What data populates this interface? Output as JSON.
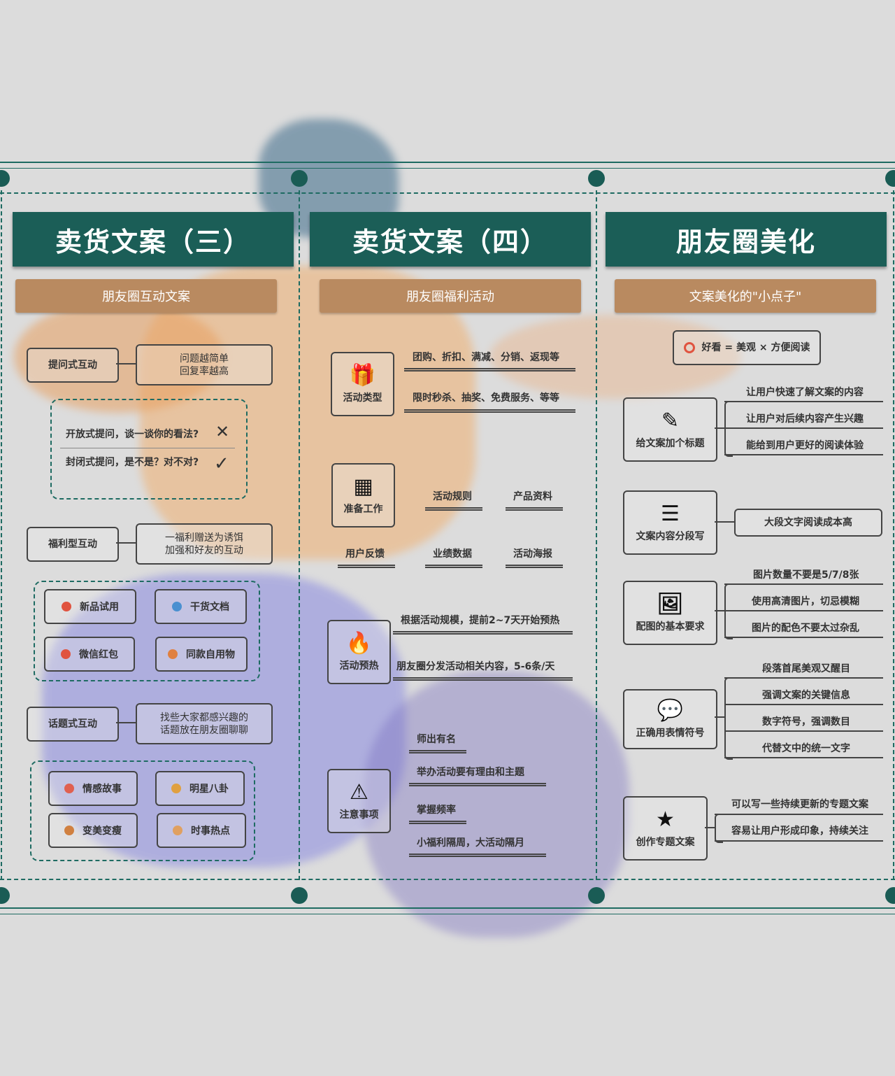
{
  "col1": {
    "title": "卖货文案（三）",
    "subtitle": "朋友圈互动文案",
    "q_interact": {
      "label": "提问式互动",
      "note": "问题越简单\n回复率越高"
    },
    "open_q": "开放式提问，谈一谈你的看法?",
    "closed_q": "封闭式提问，是不是？对不对?",
    "welfare": {
      "label": "福利型互动",
      "note": "一福利赠送为诱饵\n加强和好友的互动"
    },
    "welfare_items": [
      "新品试用",
      "干货文档",
      "微信红包",
      "同款自用物"
    ],
    "topic": {
      "label": "话题式互动",
      "note": "找些大家都感兴趣的\n话题放在朋友圈聊聊"
    },
    "topic_items": [
      "情感故事",
      "明星八卦",
      "变美变瘦",
      "时事热点"
    ]
  },
  "col2": {
    "title": "卖货文案（四）",
    "subtitle": "朋友圈福利活动",
    "types": {
      "label": "活动类型",
      "items": [
        "团购、折扣、满减、分销、返现等",
        "限时秒杀、抽奖、免费服务、等等"
      ]
    },
    "prep": {
      "label": "准备工作",
      "items": [
        "活动规则",
        "产品资料",
        "用户反馈",
        "业绩数据",
        "活动海报"
      ]
    },
    "warm": {
      "label": "活动预热",
      "items": [
        "根据活动规模，提前2~7天开始预热",
        "朋友圈分发活动相关内容，5-6条/天"
      ]
    },
    "notes": {
      "label": "注意事项",
      "items": [
        "师出有名",
        "举办活动要有理由和主题",
        "掌握频率",
        "小福利隔周，大活动隔月"
      ]
    }
  },
  "col3": {
    "title": "朋友圈美化",
    "subtitle": "文案美化的\"小点子\"",
    "formula": "好看 = 美观 × 方便阅读",
    "title_tip": {
      "label": "给文案加个标题",
      "items": [
        "让用户快速了解文案的内容",
        "让用户对后续内容产生兴趣",
        "能给到用户更好的阅读体验"
      ]
    },
    "para_tip": {
      "label": "文案内容分段写",
      "items": [
        "大段文字阅读成本高"
      ]
    },
    "image_tip": {
      "label": "配图的基本要求",
      "items": [
        "图片数量不要是5/7/8张",
        "使用高清图片，切忌模糊",
        "图片的配色不要太过杂乱"
      ]
    },
    "emoji_tip": {
      "label": "正确用表情符号",
      "items": [
        "段落首尾美观又醒目",
        "强调文案的关键信息",
        "数字符号，强调数目",
        "代替文中的统一文字"
      ]
    },
    "topic_tip": {
      "label": "创作专题文案",
      "items": [
        "可以写一些持续更新的专题文案",
        "容易让用户形成印象，持续关注"
      ]
    }
  },
  "colors": {
    "title_bg": "#1b5e57",
    "subtitle_bg": "#b98a60",
    "accent": "#1e6b62"
  }
}
